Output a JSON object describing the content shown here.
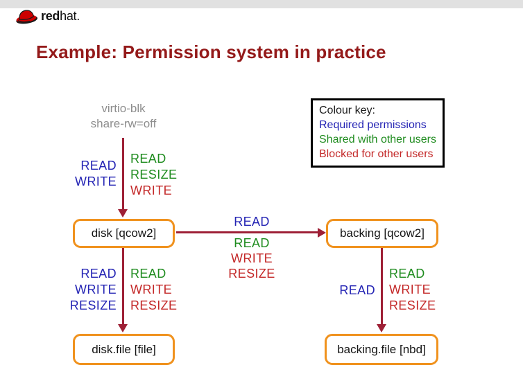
{
  "slide": {
    "logo": {
      "brand_bold": "red",
      "brand_rest": "hat."
    },
    "title": "Example: Permission system in practice"
  },
  "palette": {
    "title": "#941a1a",
    "required": "#2424b4",
    "shared": "#1f8c1f",
    "blocked": "#c32727",
    "arrow": "#9e2036",
    "node_border": "#f0921e",
    "muted": "#8e8e8e"
  },
  "colour_key": {
    "title": "Colour key:",
    "entries": [
      {
        "label": "Required permissions",
        "color": "#2424b4"
      },
      {
        "label": "Shared with other users",
        "color": "#1f8c1f"
      },
      {
        "label": "Blocked for other users",
        "color": "#c32727"
      }
    ]
  },
  "diagram": {
    "source": {
      "line1": "virtio-blk",
      "line2": "share-rw=off"
    },
    "nodes": {
      "disk": "disk [qcow2]",
      "backing": "backing [qcow2]",
      "disk_file": "disk.file [file]",
      "backing_file": "backing.file [nbd]"
    },
    "edges": {
      "virtio_disk": {
        "required": [
          "READ",
          "WRITE"
        ],
        "others": [
          {
            "text": "READ",
            "color": "#1f8c1f"
          },
          {
            "text": "RESIZE",
            "color": "#1f8c1f"
          },
          {
            "text": "WRITE",
            "color": "#c32727"
          }
        ]
      },
      "disk_backing": {
        "required": [
          "READ"
        ],
        "others": [
          {
            "text": "READ",
            "color": "#1f8c1f"
          },
          {
            "text": "WRITE",
            "color": "#c32727"
          },
          {
            "text": "RESIZE",
            "color": "#c32727"
          }
        ]
      },
      "disk_diskfile": {
        "required": [
          "READ",
          "WRITE",
          "RESIZE"
        ],
        "others": [
          {
            "text": "READ",
            "color": "#1f8c1f"
          },
          {
            "text": "WRITE",
            "color": "#c32727"
          },
          {
            "text": "RESIZE",
            "color": "#c32727"
          }
        ]
      },
      "backing_backingfile": {
        "required": [
          "READ"
        ],
        "others": [
          {
            "text": "READ",
            "color": "#1f8c1f"
          },
          {
            "text": "WRITE",
            "color": "#c32727"
          },
          {
            "text": "RESIZE",
            "color": "#c32727"
          }
        ]
      }
    }
  }
}
